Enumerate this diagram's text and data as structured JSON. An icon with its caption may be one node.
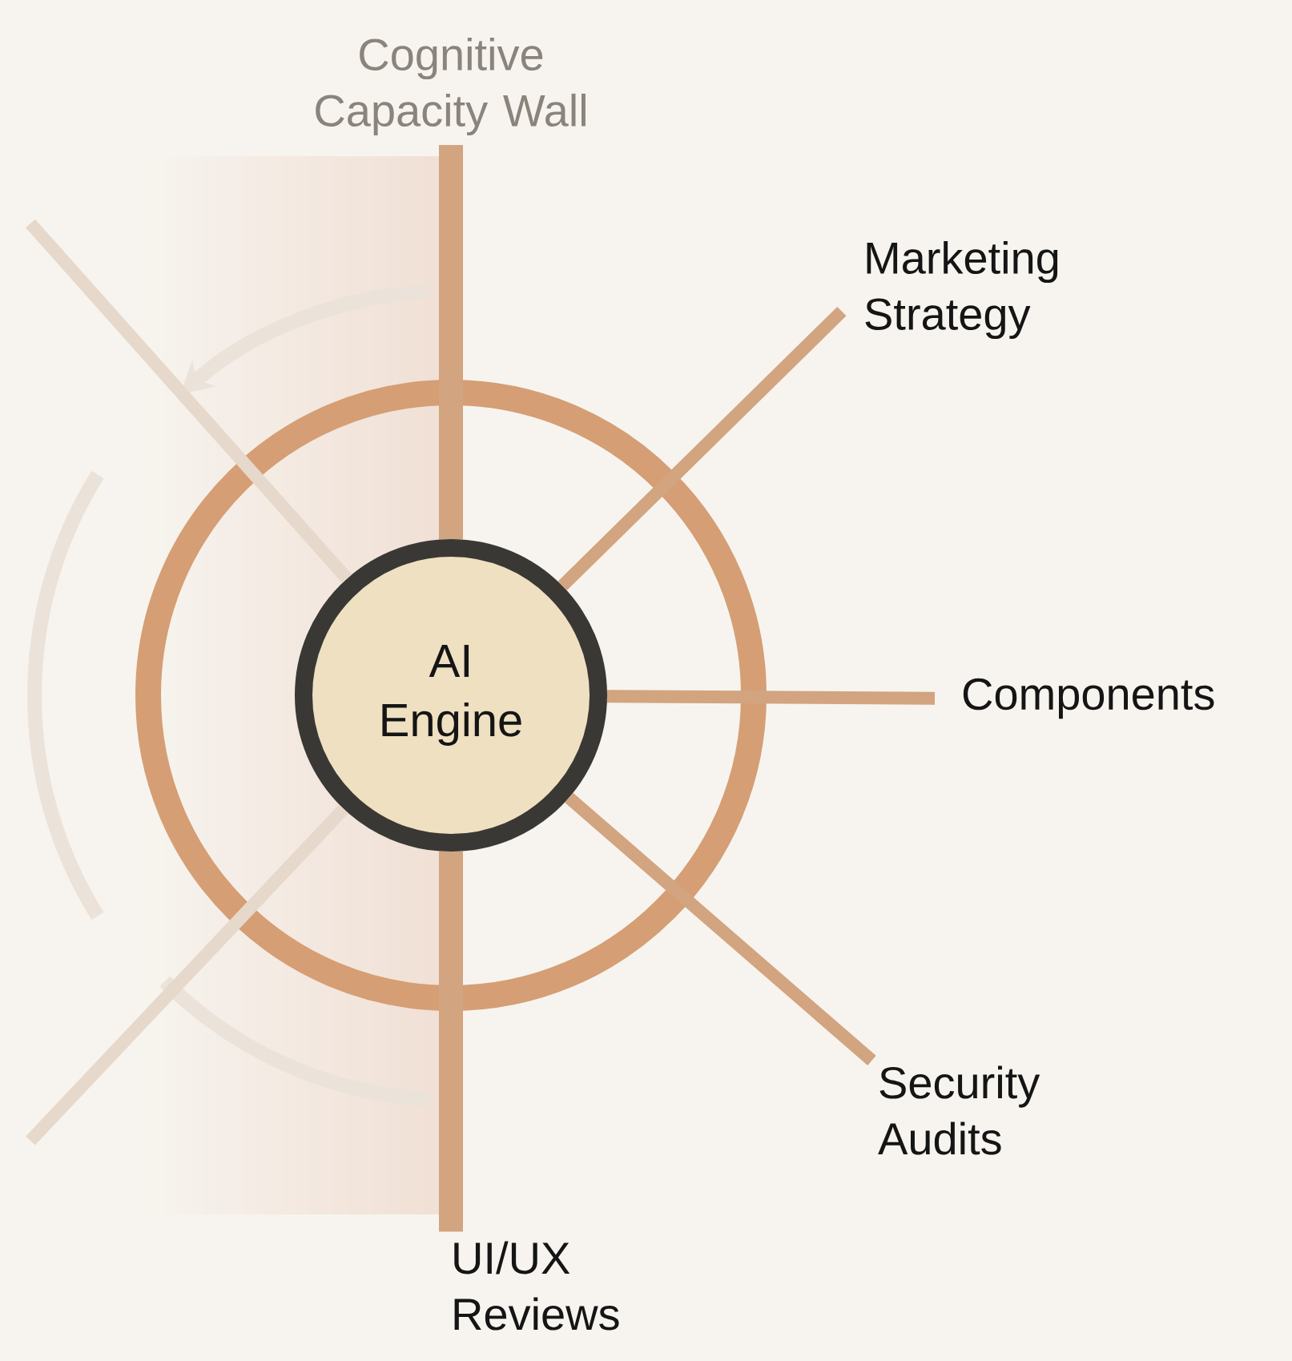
{
  "diagram": {
    "nodes": [
      {
        "text": [
          "AI Engine"
        ]
      },
      {
        "text": [
          "Cognitive Capacity Wall"
        ]
      },
      {
        "text": [
          "Marketing Strategy"
        ]
      },
      {
        "text": [
          "Components"
        ]
      },
      {
        "text": [
          "Security Audits"
        ]
      },
      {
        "text": [
          "UI/UX Reviews"
        ]
      }
    ],
    "edges": [
      {
        "from": 0,
        "to": 1,
        "arrow": "none",
        "style": "thick"
      },
      {
        "from": 0,
        "to": 2,
        "arrow": "none"
      },
      {
        "from": 0,
        "to": 3,
        "arrow": "none"
      },
      {
        "from": 0,
        "to": 4,
        "arrow": "none"
      },
      {
        "from": 0,
        "to": 5,
        "arrow": "none",
        "style": "thick"
      },
      {
        "from": 0,
        "to": null,
        "arrow": "none",
        "color": "#e6d8ca"
      },
      {
        "from": 0,
        "to": null,
        "arrow": "none",
        "color": "#e6d8ca"
      }
    ]
  }
}
